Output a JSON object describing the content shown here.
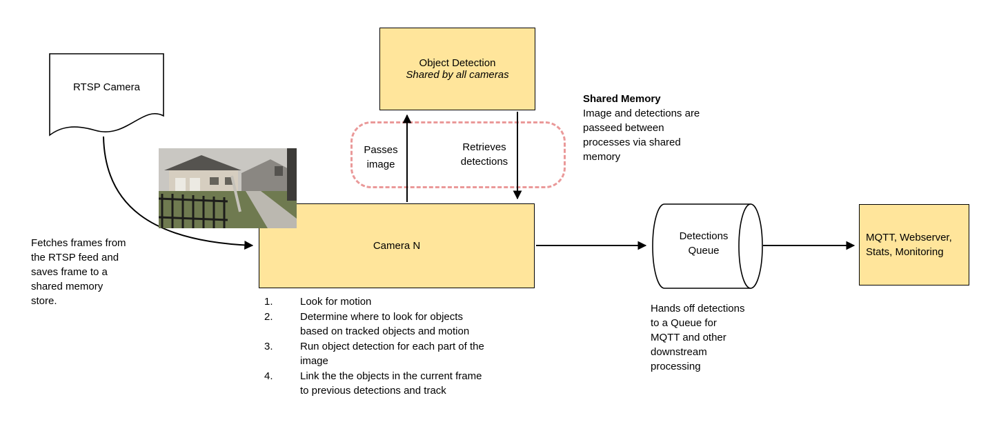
{
  "colors": {
    "box_fill": "#ffe59b",
    "box_border": "#000000",
    "shared_memory_dash": "#ea9999"
  },
  "nodes": {
    "rtsp_camera": {
      "label": "RTSP Camera"
    },
    "object_detection": {
      "title": "Object Detection",
      "subtitle": "Shared by all cameras"
    },
    "camera_n": {
      "label": "Camera N",
      "steps": [
        {
          "num": "1.",
          "text": "Look for motion"
        },
        {
          "num": "2.",
          "text": "Determine where to look for objects\nbased on tracked objects and motion"
        },
        {
          "num": "3.",
          "text": "Run object detection for each part of the\nimage"
        },
        {
          "num": "4.",
          "text": "Link the the objects in the current frame\nto previous detections and track"
        }
      ]
    },
    "detections_queue": {
      "label": "Detections\nQueue"
    },
    "outputs": {
      "label": "MQTT, Webserver,\nStats, Monitoring"
    }
  },
  "annotations": {
    "fetch_note": "Fetches frames from\nthe RTSP feed and\nsaves frame to a\nshared memory\nstore.",
    "passes_image": "Passes\nimage",
    "retrieves_detections": "Retrieves\ndetections",
    "shared_memory_title": "Shared Memory",
    "shared_memory_body": "Image and detections are\npasseed between\nprocesses via shared\nmemory",
    "queue_note": "Hands off detections\nto a Queue for\nMQTT and other\ndownstream\nprocessing"
  }
}
